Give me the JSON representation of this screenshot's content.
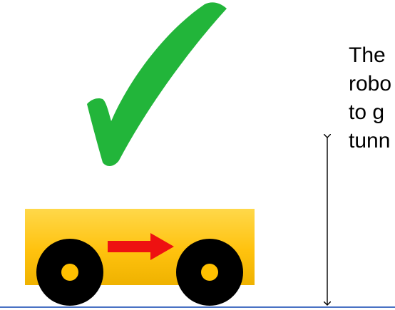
{
  "caption": {
    "lines": [
      "The",
      "robo",
      "to g",
      "tunn"
    ]
  },
  "colors": {
    "checkmark": "#22b53a",
    "robot_body_top": "#ffd84a",
    "robot_body_bottom": "#f2b800",
    "arrow": "#ee1111",
    "wheel": "#000000",
    "hub": "#ffc000",
    "ground_line": "#4a72c4",
    "dimension_arrow": "#000000"
  },
  "icons": {
    "checkmark": "checkmark-icon",
    "direction_arrow": "right-arrow-icon"
  }
}
